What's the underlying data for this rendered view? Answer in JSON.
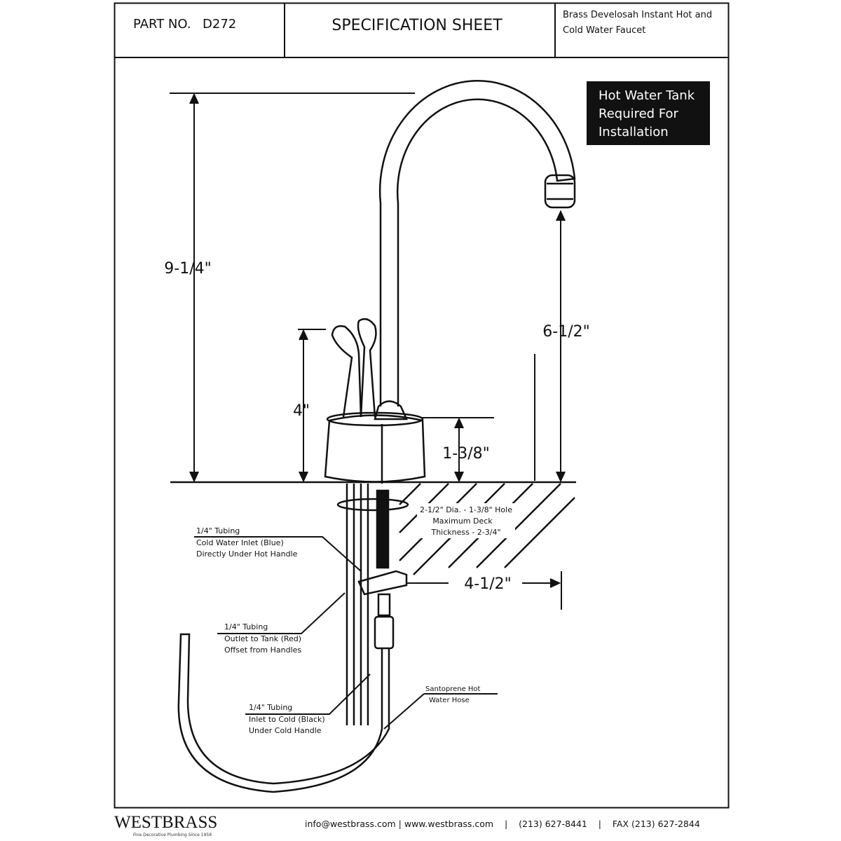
{
  "header": {
    "part_no_label": "PART NO.",
    "part_no": "D272",
    "title": "SPECIFICATION SHEET",
    "product_line1": "Brass Develosah Instant Hot and",
    "product_line2": "Cold Water Faucet"
  },
  "notice": {
    "line1": "Hot Water Tank",
    "line2": "Required For",
    "line3": "Installation"
  },
  "dimensions": {
    "overall_height": "9-1/4\"",
    "spout_height": "6-1/2\"",
    "handle_height": "4\"",
    "base_height": "1-3/8\"",
    "reach": "4-1/2\""
  },
  "annotations": {
    "hole": [
      "2-1/2\" Dia. - 1-3/8\" Hole",
      "Maximum Deck",
      "Thickness - 2-3/4\""
    ],
    "tube_cold_inlet": [
      "1/4\" Tubing",
      "Cold Water Inlet (Blue)",
      "Directly Under Hot Handle"
    ],
    "tube_outlet": [
      "1/4\" Tubing",
      "Outlet to Tank (Red)",
      "Offset from Handles"
    ],
    "tube_inlet_cold": [
      "1/4\" Tubing",
      "Inlet to Cold (Black)",
      "Under Cold Handle"
    ],
    "hose": [
      "Santoprene Hot",
      "Water Hose"
    ]
  },
  "footer": {
    "brand": "WESTBRASS",
    "tagline": "Fine Decorative Plumbing Since 1958",
    "contact": "info@westbrass.com | www.westbrass.com    |    (213) 627-8441    |    FAX (213) 627-2844"
  }
}
